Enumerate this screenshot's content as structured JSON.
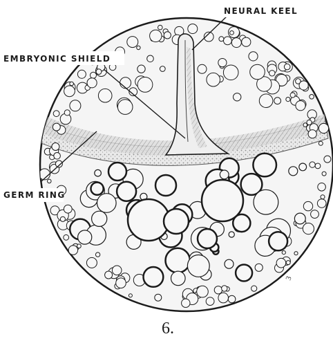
{
  "labels": {
    "neural_keel": "NEURAL KEEL",
    "embryonic_shield": "EMBRYONIC SHIELD",
    "germ_ring": "GERM RING"
  },
  "figure_number": "6.",
  "corner_mark": "3",
  "colors": {
    "ink": "#1b1b1b",
    "yolk": "#f4f4f4",
    "shading": "#a9a9a9",
    "paper": "#ffffff"
  }
}
